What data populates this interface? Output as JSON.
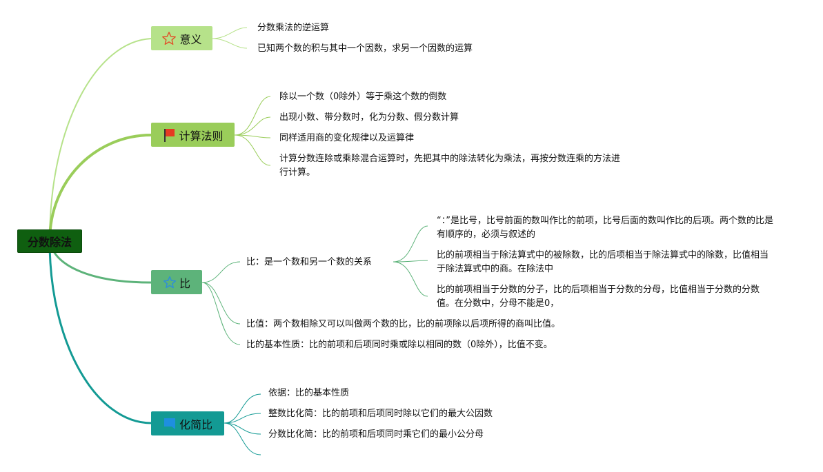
{
  "root": {
    "label": "分数除法",
    "color": "#0f5f10"
  },
  "branches": {
    "meaning": {
      "label": "意义",
      "icon": "star-outline-icon",
      "color": "#b6e28a",
      "items": [
        "分数乘法的逆运算",
        "已知两个数的积与其中一个因数，求另一个因数的运算"
      ]
    },
    "rules": {
      "label": "计算法则",
      "icon": "flag-icon",
      "color": "#9acd5a",
      "items": [
        "除以一个数（0除外）等于乘这个数的倒数",
        "出现小数、带分数时，化为分数、假分数计算",
        "同样适用商的变化规律以及运算律",
        "计算分数连除或乘除混合运算时，先把其中的除法转化为乘法，再按分数连乘的方法进行计算。"
      ]
    },
    "ratio": {
      "label": "比",
      "icon": "star-blue-icon",
      "color": "#5db37a",
      "sub": {
        "label": "比：是一个数和另一个数的关系",
        "items": [
          "“：”是比号，比号前面的数叫作比的前项，比号后面的数叫作比的后项。两个数的比是有顺序的，必须与叙述的",
          "比的前项相当于除法算式中的被除数，比的后项相当于除法算式中的除数，比值相当于除法算式中的商。在除法中",
          "比的前项相当于分数的分子，比的后项相当于分数的分母，比值相当于分数的分数值。在分数中，分母不能是0，"
        ]
      },
      "items": [
        "比值：两个数相除又可以叫做两个数的比，比的前项除以后项所得的商叫比值。",
        "比的基本性质：比的前项和后项同时乘或除以相同的数（0除外），比值不变。"
      ]
    },
    "simplify": {
      "label": "化简比",
      "icon": "bookmark-icon",
      "color": "#139a94",
      "items": [
        "依据：比的基本性质",
        "整数比化简：比的前项和后项同时除以它们的最大公因数",
        "分数比化简：比的前项和后项同时乘它们的最小公分母"
      ]
    }
  },
  "colors": {
    "meaning_line": "#b6e28a",
    "rules_line": "#9acd5a",
    "ratio_line": "#5db37a",
    "simplify_line": "#139a94",
    "star_red": "#e0532c",
    "flag_red": "#e53a22",
    "star_blue": "#2f8fd6",
    "bookmark_blue": "#1e8fe0"
  }
}
